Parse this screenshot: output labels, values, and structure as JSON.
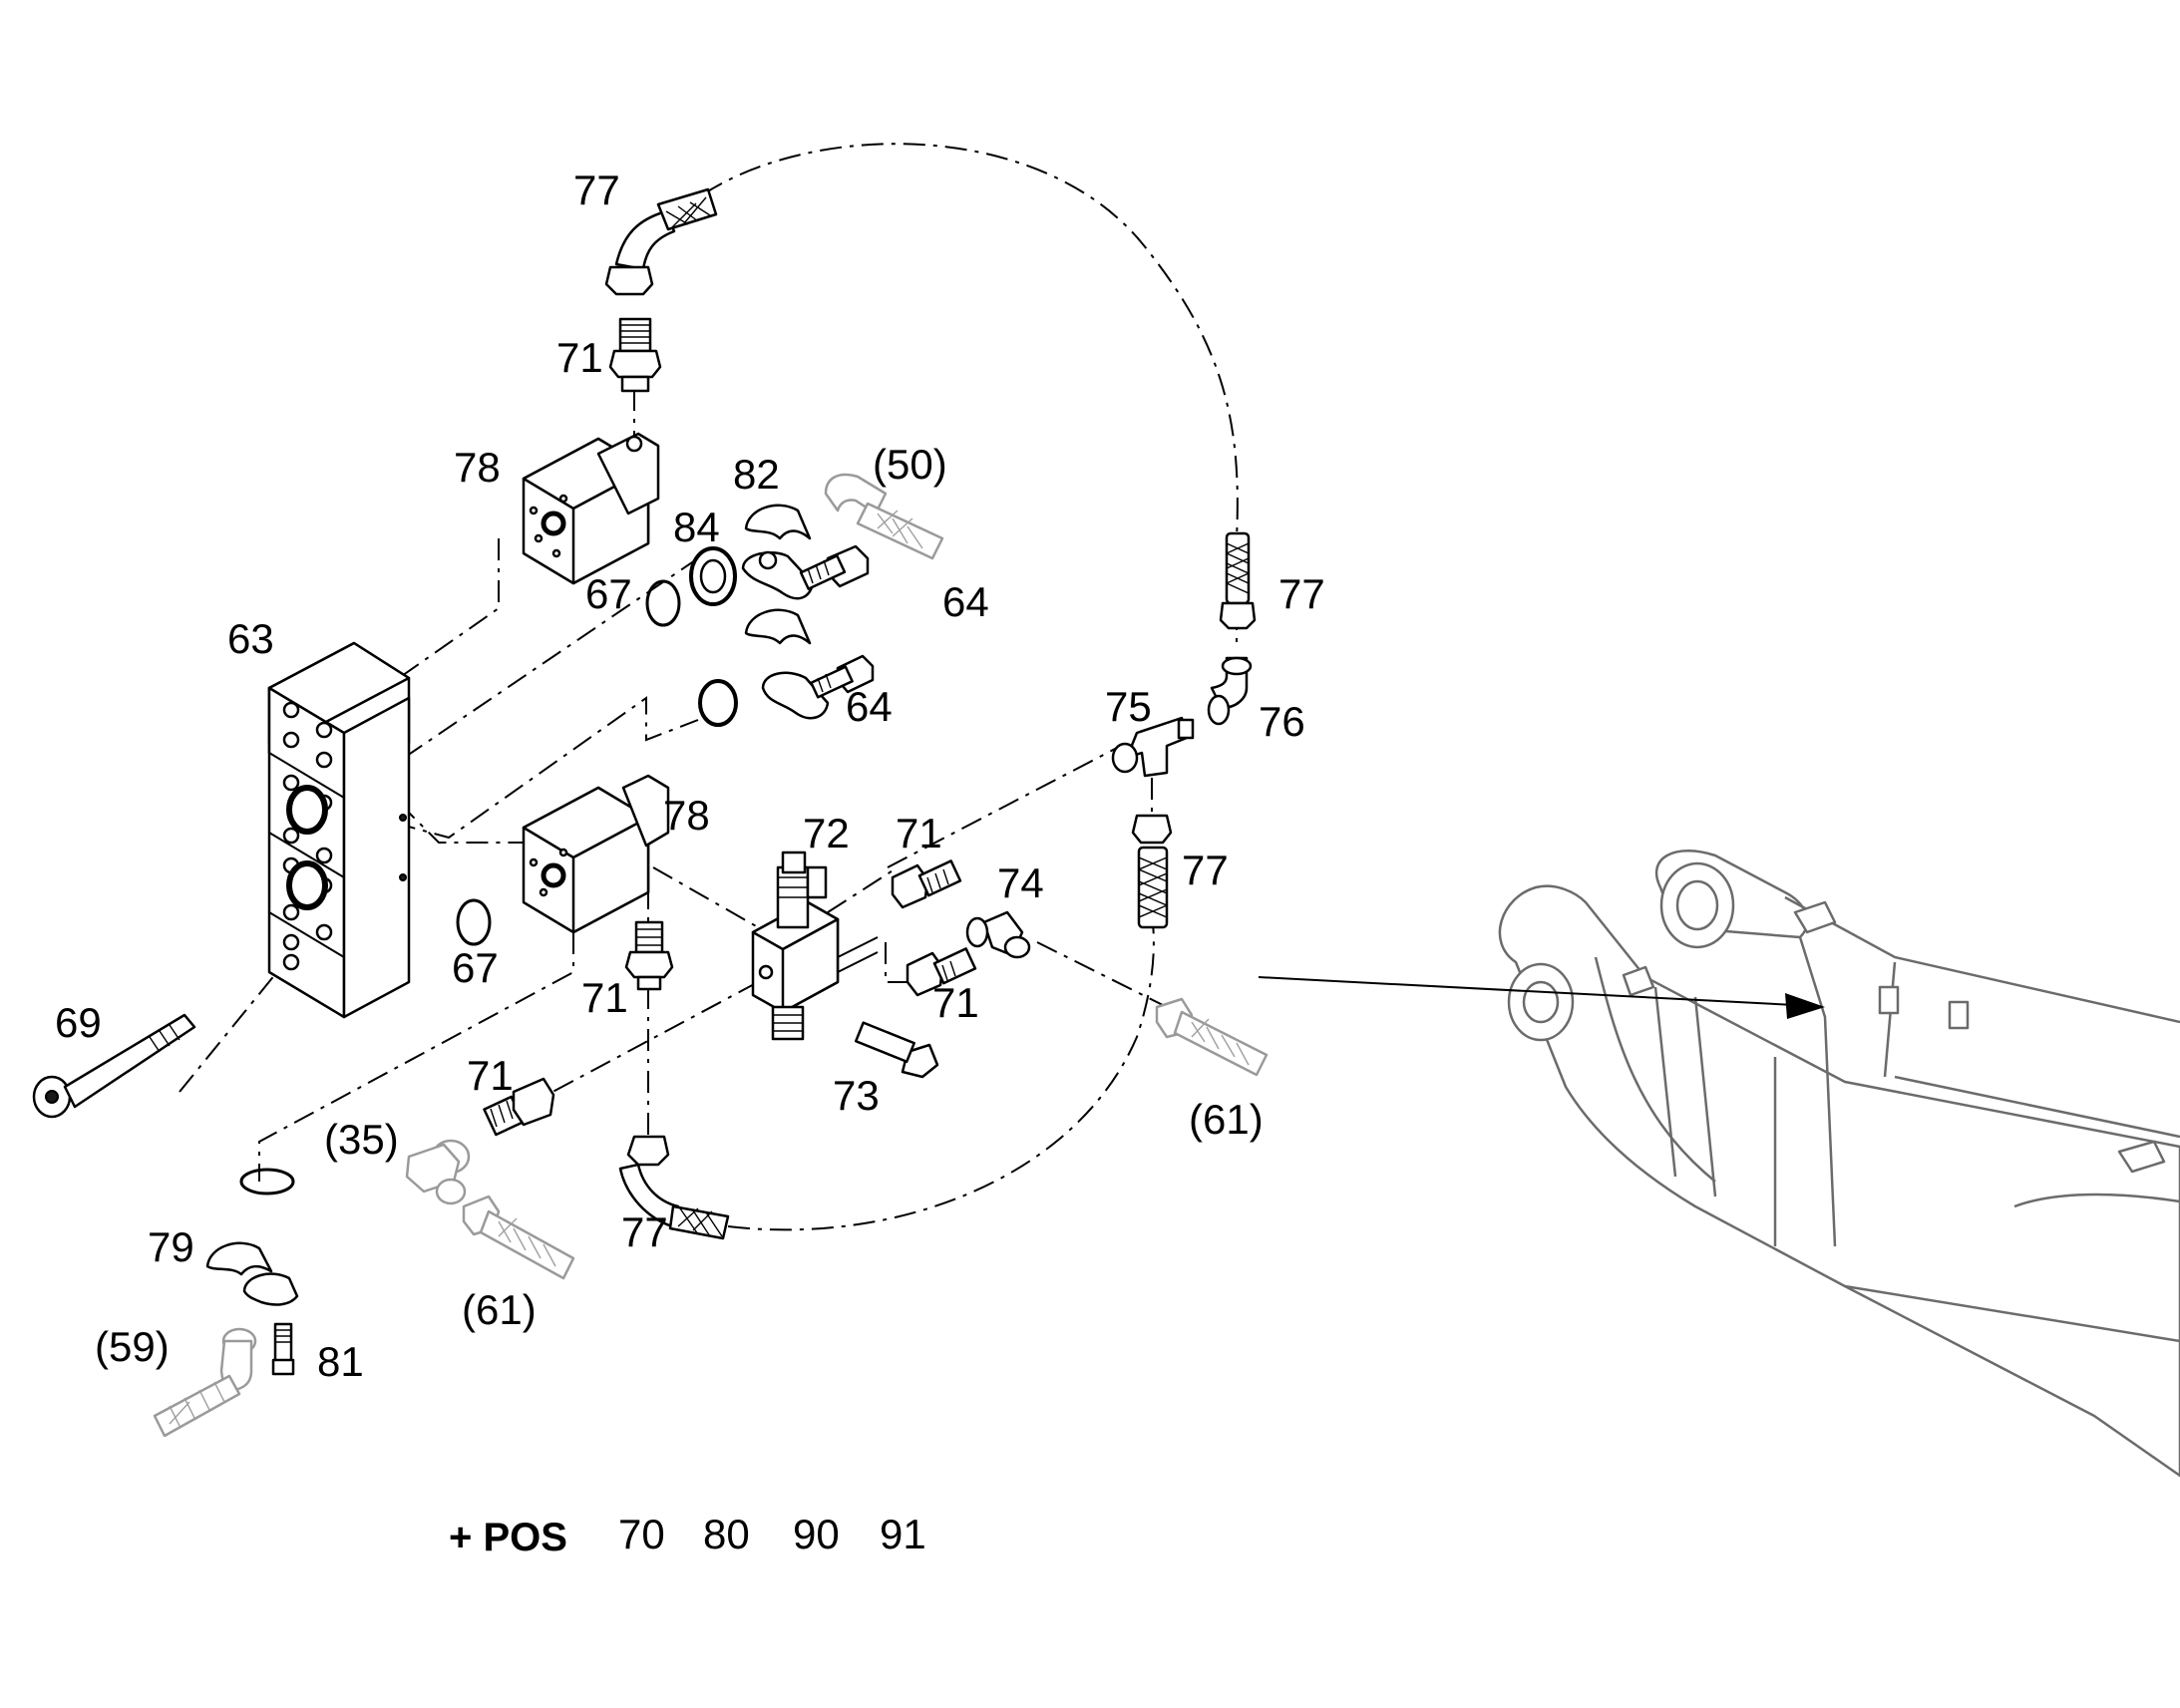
{
  "labels": {
    "l63": "63",
    "l69": "69",
    "l78a": "78",
    "l78b": "78",
    "l77a": "77",
    "l77b": "77",
    "l77c": "77",
    "l77d": "77",
    "l71a": "71",
    "l71b": "71",
    "l71c": "71",
    "l71d": "71",
    "l71e": "71",
    "l82": "82",
    "l84": "84",
    "l64a": "64",
    "l64b": "64",
    "l67a": "67",
    "l67b": "67",
    "l50": "(50)",
    "l75": "75",
    "l76": "76",
    "l72": "72",
    "l74": "74",
    "l73": "73",
    "l61a": "(61)",
    "l61b": "(61)",
    "l35": "(35)",
    "l79": "79",
    "l81": "81",
    "l59": "(59)"
  },
  "footer": {
    "prefix": "+ POS",
    "positions": [
      "70",
      "80",
      "90",
      "91"
    ]
  }
}
